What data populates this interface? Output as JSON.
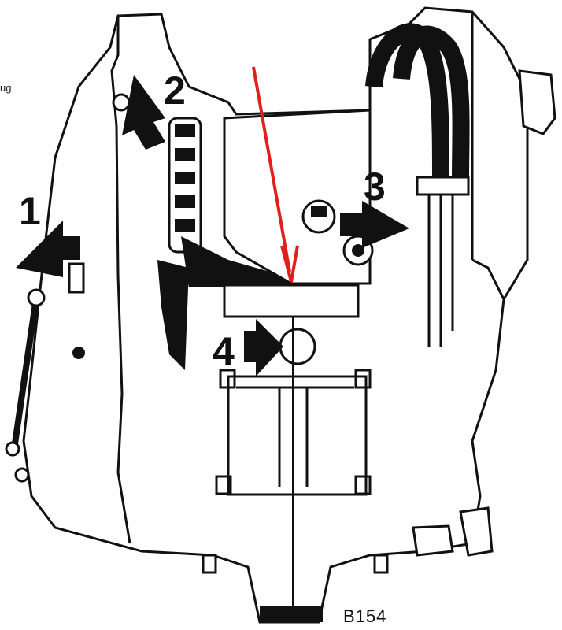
{
  "figure": {
    "reference": "B154",
    "partial_text": "ug"
  },
  "callouts": [
    {
      "id": "1",
      "label": "1"
    },
    {
      "id": "2",
      "label": "2"
    },
    {
      "id": "3",
      "label": "3"
    },
    {
      "id": "4",
      "label": "4"
    }
  ],
  "colors": {
    "ink": "#111111",
    "paper": "#ffffff",
    "highlight_arrow": "#e0201c"
  },
  "icons": {
    "pointer": "red-arrow-pointer-icon"
  }
}
